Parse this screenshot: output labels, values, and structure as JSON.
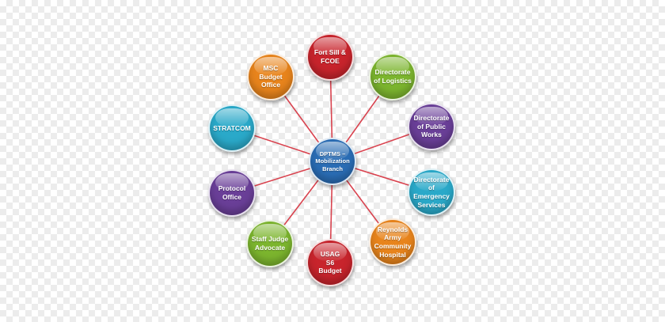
{
  "diagram": {
    "center": {
      "label": "DPTMS –\nMobilization\nBranch",
      "color": "#2a6db5"
    },
    "nodes": [
      {
        "id": "fort-sill-fcoe",
        "label": "Fort Sill &\nFCOE",
        "color": "#c8242c"
      },
      {
        "id": "directorate-of-logistics",
        "label": "Directorate\nof Logistics",
        "color": "#7cb52e"
      },
      {
        "id": "directorate-of-public-works",
        "label": "Directorate\nof Public\nWorks",
        "color": "#6a3f98"
      },
      {
        "id": "directorate-of-emergency-services",
        "label": "Directorate\nof\nEmergency\nServices",
        "color": "#2aa9c9"
      },
      {
        "id": "reynolds-army-community-hospital",
        "label": "Reynolds\nArmy\nCommunity\nHospital",
        "color": "#e8841c"
      },
      {
        "id": "usag-s6-budget",
        "label": "USAG\nS6\nBudget",
        "color": "#c8242c"
      },
      {
        "id": "staff-judge-advocate",
        "label": "Staff Judge\nAdvocate",
        "color": "#7cb52e"
      },
      {
        "id": "protocol-office",
        "label": "Protocol\nOffice",
        "color": "#6a3f98"
      },
      {
        "id": "stratcom",
        "label": "STRATCOM",
        "color": "#2aa9c9"
      },
      {
        "id": "msc-budget-office",
        "label": "MSC\nBudget\nOffice",
        "color": "#e8841c"
      }
    ],
    "connector_color": "#d9434f"
  }
}
